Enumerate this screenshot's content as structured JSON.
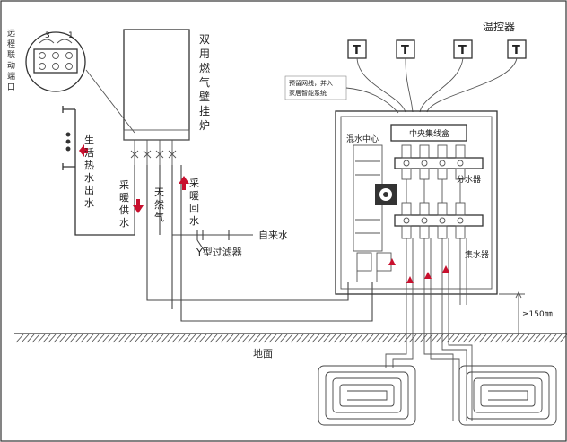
{
  "labels": {
    "remote_port": "远程联动端口",
    "terminal_nums": [
      "3",
      "1"
    ],
    "boiler": "双用燃气壁挂炉",
    "dhw_out": "生活热水出水",
    "heat_supply": "采暖供水",
    "natural_gas": "天然气",
    "heat_return": "采暖回水",
    "tap_water": "自来水",
    "y_filter": "Y型过滤器",
    "thermostat_title": "温控器",
    "thermostat_symbol": "T",
    "reserved_line": "预留网线，并入家居智能系统",
    "central_collector": "中央集线盒",
    "mixing_center": "混水中心",
    "distributor": "分水器",
    "collector": "集水器",
    "height_note": "≥150㎜",
    "ground": "地面"
  },
  "colors": {
    "line": "#333333",
    "arrow_red": "#c8102e",
    "background": "#ffffff"
  }
}
